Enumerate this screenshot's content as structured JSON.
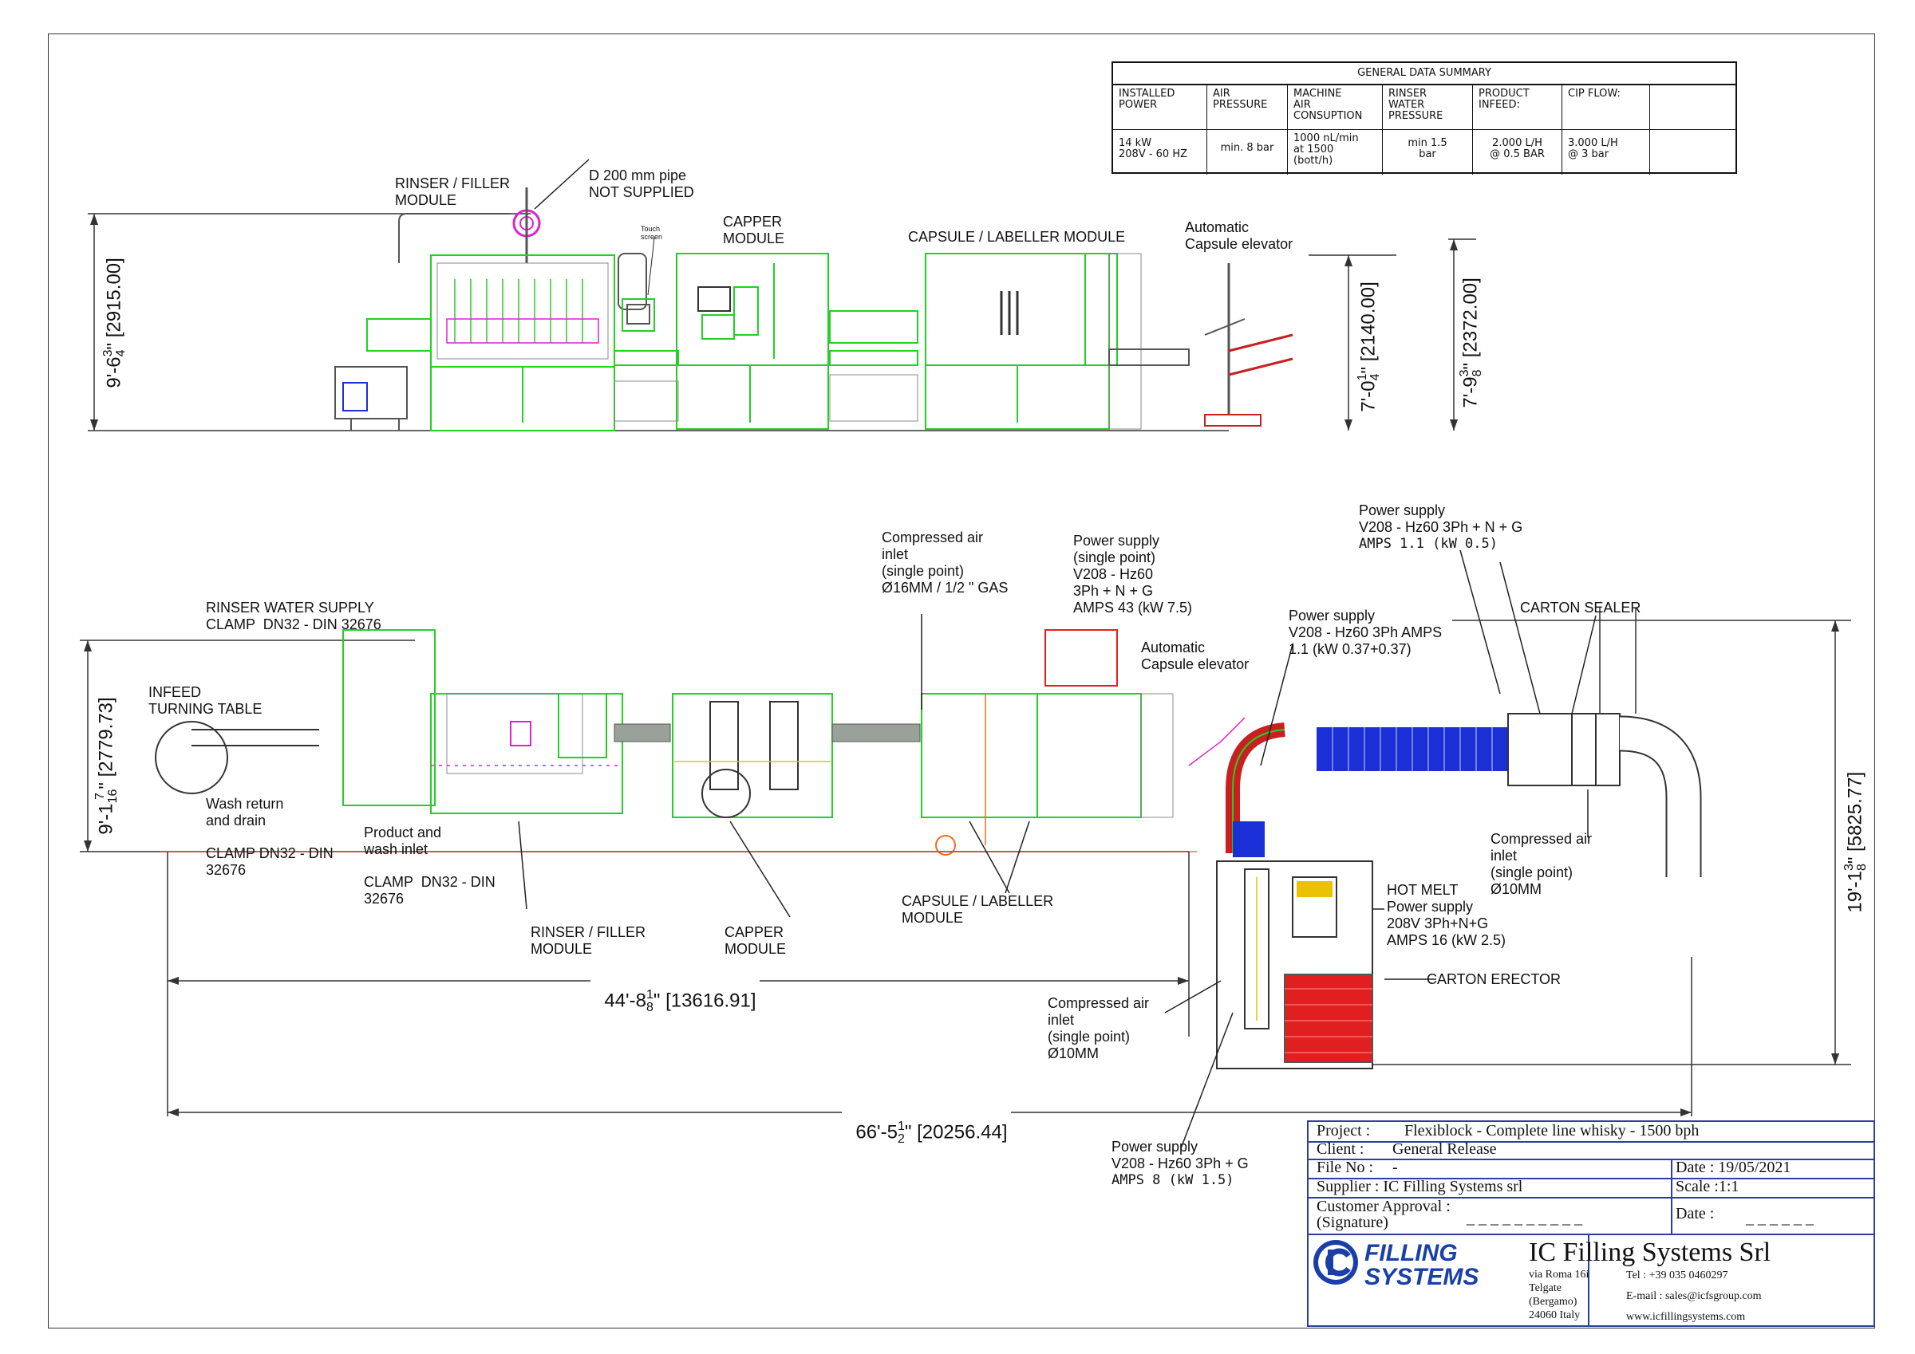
{
  "table": {
    "title": "GENERAL DATA SUMMARY",
    "headers": [
      "INSTALLED\nPOWER",
      "AIR\nPRESSURE",
      "MACHINE\nAIR\nCONSUPTION",
      "RINSER\nWATER\nPRESSURE",
      "PRODUCT\nINFEED:",
      "CIP FLOW:",
      ""
    ],
    "values": [
      "14 kW\n208V - 60 HZ",
      "min. 8 bar",
      "1000 nL/min\nat 1500\n(bott/h)",
      "min 1.5\nbar",
      "2.000 L/H\n@ 0.5 BAR",
      "3.000 L/H\n@ 3 bar",
      ""
    ]
  },
  "elevation": {
    "rinser_filler": "RINSER / FILLER\nMODULE",
    "pipe": "D 200 mm pipe\nNOT SUPPLIED",
    "touch": "Touch\nscreen",
    "capper": "CAPPER\nMODULE",
    "capsule_labeller": "CAPSULE / LABELLER MODULE",
    "capsule_elevator": "Automatic\nCapsule elevator",
    "dim_total_height": "9'-6",
    "dim_total_frac": "3\n4",
    "dim_total_mm": "\" [2915.00]",
    "dim_elev1": "7'-0",
    "dim_elev1_frac": "1\n4",
    "dim_elev1_mm": "\" [2140.00]",
    "dim_elev2": "7'-9",
    "dim_elev2_frac": "3\n8",
    "dim_elev2_mm": "\" [2372.00]"
  },
  "plan": {
    "rinser_water": "RINSER WATER SUPPLY\nCLAMP  DN32 - DIN 32676",
    "infeed": "INFEED\nTURNING TABLE",
    "wash_return": "Wash return\nand drain",
    "clamp1": "CLAMP DN32 - DIN\n32676",
    "product_wash": "Product and\nwash inlet",
    "clamp2": "CLAMP  DN32 - DIN\n32676",
    "rinser_filler": "RINSER / FILLER\nMODULE",
    "capper": "CAPPER\nMODULE",
    "capsule_labeller": "CAPSULE / LABELLER\nMODULE",
    "compressed_air_1": "Compressed air\ninlet\n(single point)\nØ16MM / 1/2 \" GAS",
    "power_1": "Power supply\n(single point)\nV208 - Hz60\n3Ph + N + G\nAMPS 43 (kW 7.5)",
    "capsule_elevator": "Automatic\nCapsule elevator",
    "power_2": "Power supply\nV208 - Hz60 3Ph AMPS\n1.1 (kW 0.37+0.37)",
    "power_3": "Power supply\nV208 - Hz60 3Ph + N + G",
    "power_3_amps": "AMPS 1.1 (kW 0.5)",
    "carton_sealer": "CARTON SEALER",
    "compressed_air_2": "Compressed air\ninlet\n(single point)\nØ10MM",
    "hot_melt": "HOT MELT\nPower supply\n208V 3Ph+N+G\nAMPS 16 (kW 2.5)",
    "carton_erector": "CARTON ERECTOR",
    "compressed_air_3": "Compressed air\ninlet\n(single point)\nØ10MM",
    "power_4": "Power supply\nV208 - Hz60 3Ph + G",
    "power_4_amps": "AMPS 8 (kW 1.5)",
    "dim_width_left": "9'-1",
    "dim_width_left_frac": "7\n16",
    "dim_width_left_mm": "\" [2779.73]",
    "dim_width_right": "19'-1",
    "dim_width_right_frac": "3\n8",
    "dim_width_right_mm": "\" [5825.77]",
    "dim_len1": "44'-8",
    "dim_len1_frac": "1\n8",
    "dim_len1_mm": "\" [13616.91]",
    "dim_len2": "66'-5",
    "dim_len2_frac": "1\n2",
    "dim_len2_mm": "\" [20256.44]"
  },
  "titleblock": {
    "project_label": "Project :",
    "project_value": "Flexiblock - Complete line whisky - 1500 bph",
    "client_label": "Client :",
    "client_value": "General Release",
    "file_label": "File No :",
    "file_value": "-",
    "date_label": "Date : 19/05/2021",
    "supplier": "Supplier : IC Filling Systems srl",
    "scale": "Scale :1:1",
    "approval": "Customer Approval :\n(Signature)",
    "approval_blank": "_ _ _ _ _ _ _ _ _ _",
    "date2_label": "Date :",
    "date2_blank": "_ _ _ _ _ _",
    "company": "IC Filling Systems Srl",
    "address": "via Roma 16i\nTelgate\n(Bergamo)\n24060 Italy",
    "tel": "Tel : +39 035 0460297",
    "email": "E-mail : sales@icfsgroup.com",
    "web": "www.icfillingsystems.com",
    "logo_text_1": "FILLING",
    "logo_text_2": "SYSTEMS"
  },
  "colors": {
    "machine_green": "#22d122",
    "conveyor_blue": "#1a2fd6",
    "carton_red": "#e02020",
    "magenta": "#e020d0",
    "titleblock_blue": "#2a3fa0"
  }
}
